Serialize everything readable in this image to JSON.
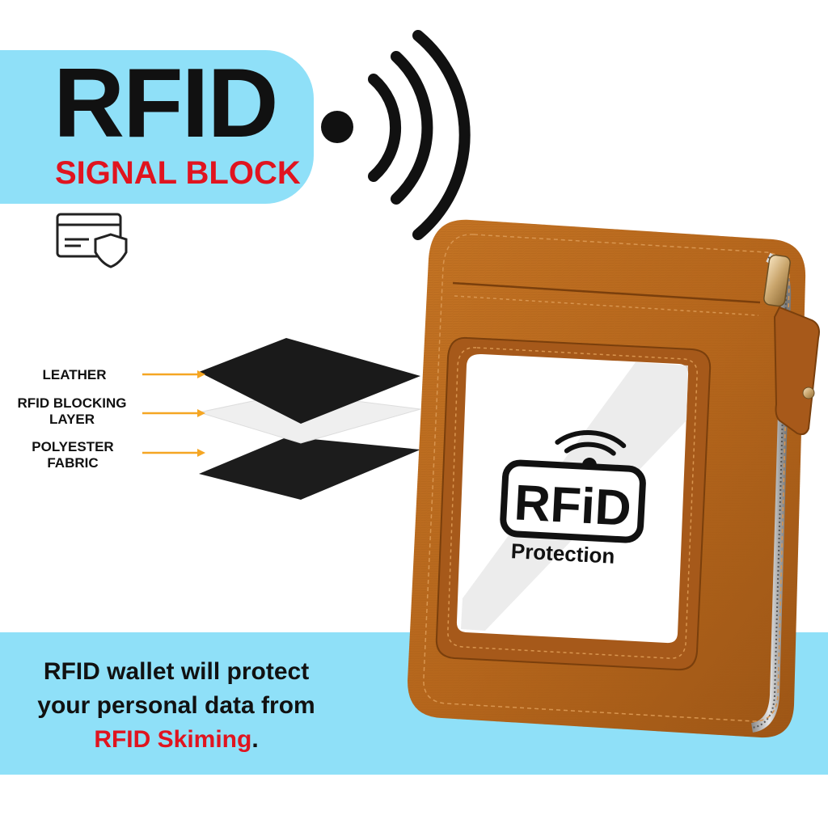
{
  "banner": {
    "title": "RFID",
    "subtitle": "SIGNAL BLOCK"
  },
  "layers": {
    "leather": "LEATHER",
    "rfid_line1": "RFID BLOCKING",
    "rfid_line2": "LAYER",
    "polyester_line1": "POLYESTER",
    "polyester_line2": "FABRIC"
  },
  "wallet_badge": {
    "logo_text": "RFiD",
    "caption": "Protection"
  },
  "footer": {
    "line1": "RFID wallet will protect",
    "line2": "your personal data from",
    "highlight": "RFID Skiming",
    "end": "."
  },
  "colors": {
    "banner_blue": "#8fe0f8",
    "accent_red": "#e0141f",
    "leather_brown": "#b8671f",
    "arrow_orange": "#f5a623"
  },
  "icons": [
    "signal-dot-icon",
    "signal-waves-icon",
    "card-shield-icon",
    "layer-arrow-icon"
  ]
}
